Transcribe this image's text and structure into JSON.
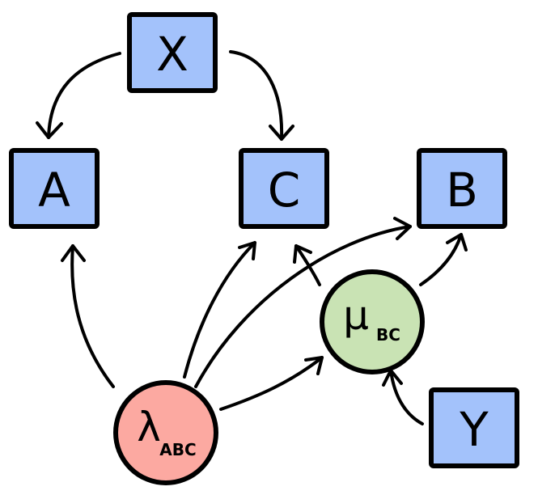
{
  "nodes": {
    "x": {
      "label": "X",
      "kind": "observed",
      "color": "#a3c2fb"
    },
    "a": {
      "label": "A",
      "kind": "observed",
      "color": "#a3c2fb"
    },
    "c": {
      "label": "C",
      "kind": "observed",
      "color": "#a3c2fb"
    },
    "b": {
      "label": "B",
      "kind": "observed",
      "color": "#a3c2fb"
    },
    "y": {
      "label": "Y",
      "kind": "observed",
      "color": "#a3c2fb"
    },
    "lambda": {
      "symbol": "λ",
      "subscript": "ABC",
      "kind": "latent",
      "color": "#fca9a1"
    },
    "mu": {
      "symbol": "μ",
      "subscript": "BC",
      "kind": "latent",
      "color": "#c9e3b4"
    }
  },
  "edges": [
    {
      "from": "X",
      "to": "A"
    },
    {
      "from": "X",
      "to": "C"
    },
    {
      "from": "λABC",
      "to": "A"
    },
    {
      "from": "λABC",
      "to": "C"
    },
    {
      "from": "λABC",
      "to": "B"
    },
    {
      "from": "λABC",
      "to": "μBC"
    },
    {
      "from": "μBC",
      "to": "C"
    },
    {
      "from": "μBC",
      "to": "B"
    },
    {
      "from": "Y",
      "to": "μBC"
    }
  ]
}
